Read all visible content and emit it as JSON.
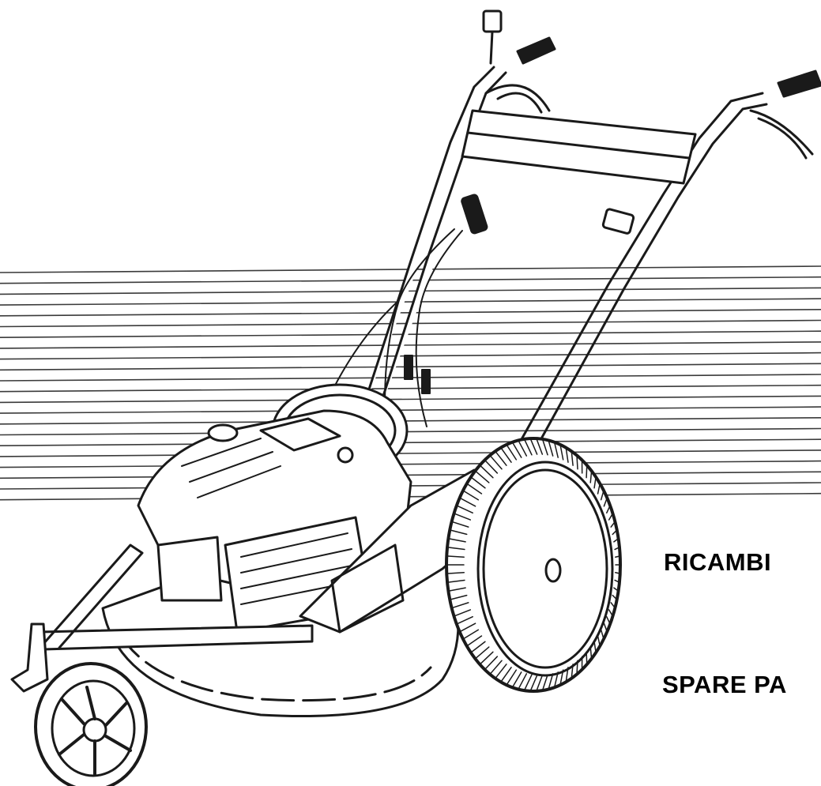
{
  "captions": {
    "ricambi": "RICAMBI",
    "spare": "SPARE PA"
  },
  "illustration": {
    "subject": "mower-line-drawing",
    "ink_color": "#1a1a1a",
    "paper_color": "#ffffff",
    "stripe_color": "#3a3a3a"
  }
}
